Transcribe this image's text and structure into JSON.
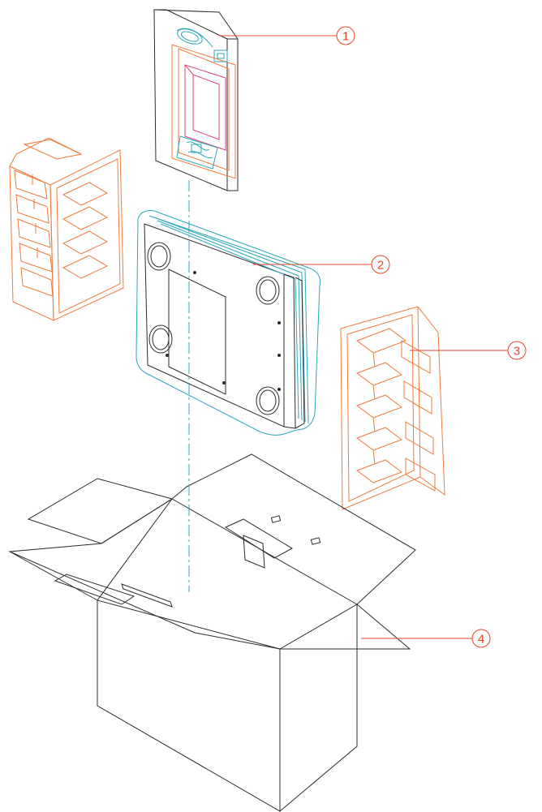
{
  "diagram": {
    "colors": {
      "outline": "#2b2b2b",
      "foam": "#f07a3c",
      "accessory": "#2aa7b8",
      "manual": "#e0407a",
      "callout": "#e8452a"
    },
    "callouts": [
      {
        "number": "1"
      },
      {
        "number": "2"
      },
      {
        "number": "3"
      },
      {
        "number": "4"
      }
    ]
  }
}
